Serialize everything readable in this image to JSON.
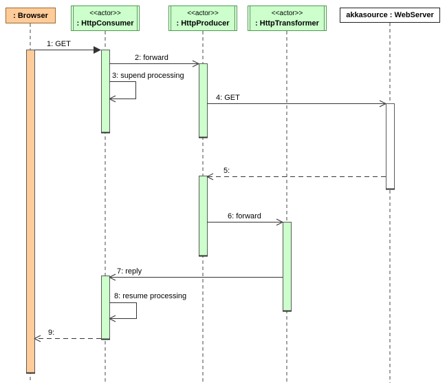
{
  "diagram": {
    "type": "uml-sequence-diagram",
    "participants": [
      {
        "id": "browser",
        "name": ": Browser",
        "stereotype": "",
        "kind": "object"
      },
      {
        "id": "http-consumer",
        "name": ": HttpConsumer",
        "stereotype": "<<actor>>",
        "kind": "actor"
      },
      {
        "id": "http-producer",
        "name": ": HttpProducer",
        "stereotype": "<<actor>>",
        "kind": "actor"
      },
      {
        "id": "http-transformer",
        "name": ": HttpTransformer",
        "stereotype": "<<actor>>",
        "kind": "actor"
      },
      {
        "id": "web-server",
        "name": "akkasource : WebServer",
        "stereotype": "",
        "kind": "object"
      }
    ],
    "messages": [
      {
        "seq": 1,
        "label": "1: GET",
        "from": "browser",
        "to": "http-consumer",
        "line": "solid",
        "arrow": "filled"
      },
      {
        "seq": 2,
        "label": "2: forward",
        "from": "http-consumer",
        "to": "http-producer",
        "line": "solid",
        "arrow": "open"
      },
      {
        "seq": 3,
        "label": "3: supend processing",
        "from": "http-consumer",
        "to": "http-consumer",
        "line": "solid",
        "arrow": "open",
        "self": true
      },
      {
        "seq": 4,
        "label": "4: GET",
        "from": "http-producer",
        "to": "web-server",
        "line": "solid",
        "arrow": "open"
      },
      {
        "seq": 5,
        "label": "5:",
        "from": "web-server",
        "to": "http-producer",
        "line": "dashed",
        "arrow": "open"
      },
      {
        "seq": 6,
        "label": "6: forward",
        "from": "http-producer",
        "to": "http-transformer",
        "line": "solid",
        "arrow": "open"
      },
      {
        "seq": 7,
        "label": "7: reply",
        "from": "http-transformer",
        "to": "http-consumer",
        "line": "solid",
        "arrow": "open"
      },
      {
        "seq": 8,
        "label": "8: resume processing",
        "from": "http-consumer",
        "to": "http-consumer",
        "line": "solid",
        "arrow": "open",
        "self": true
      },
      {
        "seq": 9,
        "label": "9:",
        "from": "http-consumer",
        "to": "browser",
        "line": "dashed",
        "arrow": "open"
      }
    ],
    "colors": {
      "actor_fill": "#CCFFCC",
      "actor_border": "#4A9A4C",
      "browser_fill": "#FFCC99",
      "browser_border": "#9A6A33",
      "webserver_fill": "#FFFFFF",
      "webserver_border": "#1F1F1F",
      "activation_border": "#5A5A5A",
      "message_line": "#333333",
      "lifeline": "#444444",
      "text": "#000000"
    }
  }
}
